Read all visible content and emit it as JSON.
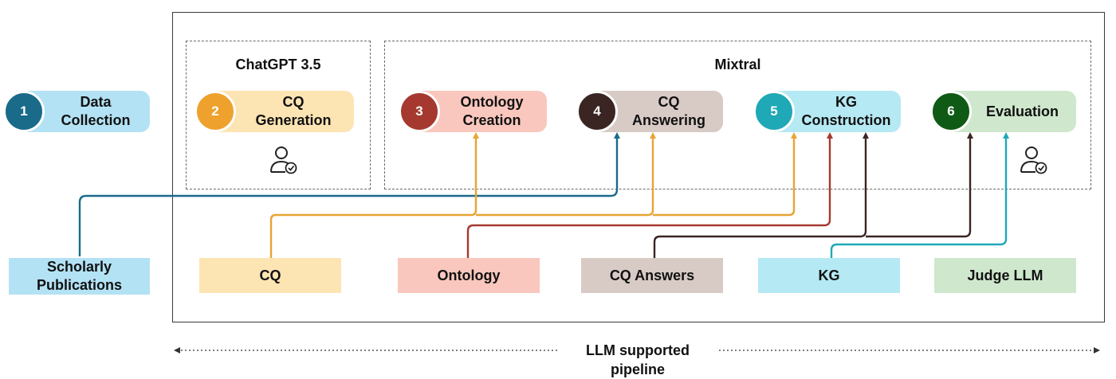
{
  "groups": {
    "chatgpt_title": "ChatGPT 3.5",
    "mixtral_title": "Mixtral"
  },
  "steps": [
    {
      "number": "1",
      "label_line1": "Data",
      "label_line2": "Collection",
      "circle_color": "#1a6a8a",
      "fill": "#b3e2f4"
    },
    {
      "number": "2",
      "label_line1": "CQ",
      "label_line2": "Generation",
      "circle_color": "#eea22d",
      "fill": "#fde4b3"
    },
    {
      "number": "3",
      "label_line1": "Ontology",
      "label_line2": "Creation",
      "circle_color": "#a5392f",
      "fill": "#f9c7bd"
    },
    {
      "number": "4",
      "label_line1": "CQ",
      "label_line2": "Answering",
      "circle_color": "#3a2522",
      "fill": "#d8cac5"
    },
    {
      "number": "5",
      "label_line1": "KG",
      "label_line2": "Construction",
      "circle_color": "#1fa8b6",
      "fill": "#b5e9f3"
    },
    {
      "number": "6",
      "label_line1": "Evaluation",
      "label_line2": "",
      "circle_color": "#0f5a14",
      "fill": "#cfe8cd"
    }
  ],
  "resources": [
    {
      "label_line1": "Scholarly",
      "label_line2": "Publications",
      "fill": "#b3e2f4"
    },
    {
      "label_line1": "CQ",
      "label_line2": "",
      "fill": "#fde4b3"
    },
    {
      "label_line1": "Ontology",
      "label_line2": "",
      "fill": "#f9c7bd"
    },
    {
      "label_line1": "CQ Answers",
      "label_line2": "",
      "fill": "#d8cac5"
    },
    {
      "label_line1": "KG",
      "label_line2": "",
      "fill": "#b5e9f3"
    },
    {
      "label_line1": "Judge LLM",
      "label_line2": "",
      "fill": "#cfe8cd"
    }
  ],
  "icons": [
    "human-in-the-loop-icon",
    "human-in-the-loop-icon"
  ],
  "connector_colors": {
    "publications": "#1a6a8a",
    "cq": "#e8a434",
    "ontology": "#a5392f",
    "cq_answers": "#3a2522",
    "kg": "#1fa8b6"
  },
  "pipeline_label": "LLM supported pipeline"
}
